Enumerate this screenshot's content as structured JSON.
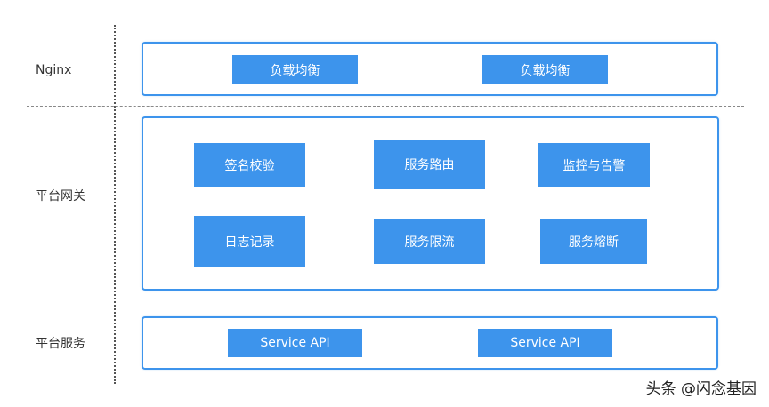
{
  "layers": {
    "nginx": {
      "label": "Nginx",
      "modules": [
        "负载均衡",
        "负载均衡"
      ]
    },
    "gateway": {
      "label": "平台网关",
      "modules": [
        "签名校验",
        "服务路由",
        "监控与告警",
        "日志记录",
        "服务限流",
        "服务熔断"
      ]
    },
    "services": {
      "label": "平台服务",
      "modules": [
        "Service API",
        "Service API"
      ]
    }
  },
  "colors": {
    "accent": "#3d94ec",
    "divider": "#888888"
  },
  "watermark": "头条 @闪念基因"
}
